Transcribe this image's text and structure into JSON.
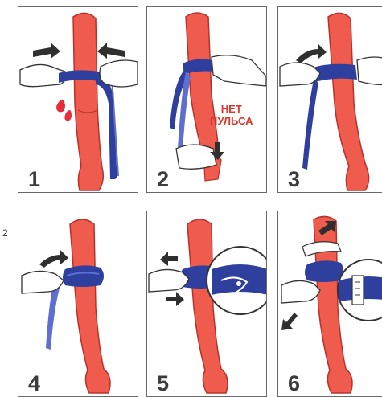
{
  "panels": [
    {
      "number": "1"
    },
    {
      "number": "2",
      "warning": [
        "НЕТ",
        "ПУЛЬСА"
      ]
    },
    {
      "number": "3"
    },
    {
      "number": "4"
    },
    {
      "number": "5"
    },
    {
      "number": "6"
    }
  ],
  "stray_mark": "2",
  "colors": {
    "arm": "#ef5b4c",
    "arm_outline": "#b8322a",
    "tourniquet": "#2f3f9e",
    "tourniquet_light": "#5f6fd0",
    "blood": "#e52e3b",
    "arrow": "#2f2f2f",
    "panel_border": "#6a6a6a",
    "warning_text": "#e0352b"
  },
  "icons": [
    "arm-illustration",
    "hand-icon",
    "tourniquet-icon",
    "arrow-icon",
    "blood-drop-icon",
    "magnifier-circle-icon"
  ]
}
